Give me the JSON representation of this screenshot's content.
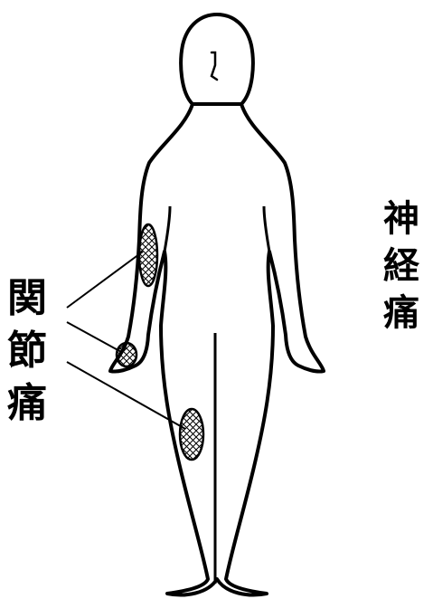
{
  "labels": {
    "joint_pain": [
      "関",
      "節",
      "痛"
    ],
    "nerve_pain": [
      "神",
      "経",
      "痛"
    ]
  },
  "colors": {
    "outline": "#000000",
    "background": "#ffffff"
  }
}
